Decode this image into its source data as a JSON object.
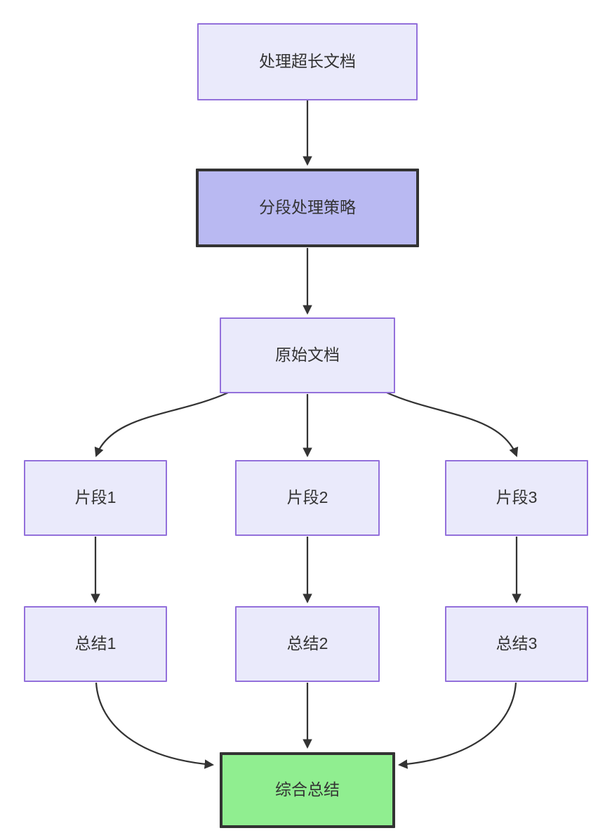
{
  "diagram": {
    "type": "flowchart",
    "direction": "top-down",
    "nodes": [
      {
        "id": "A",
        "label": "处理超长文档",
        "style": "default"
      },
      {
        "id": "B",
        "label": "分段处理策略",
        "style": "emphasis"
      },
      {
        "id": "C",
        "label": "原始文档",
        "style": "default"
      },
      {
        "id": "D",
        "label": "片段1",
        "style": "default"
      },
      {
        "id": "E",
        "label": "片段2",
        "style": "default"
      },
      {
        "id": "F",
        "label": "片段3",
        "style": "default"
      },
      {
        "id": "G",
        "label": "总结1",
        "style": "default"
      },
      {
        "id": "H",
        "label": "总结2",
        "style": "default"
      },
      {
        "id": "I",
        "label": "总结3",
        "style": "default"
      },
      {
        "id": "J",
        "label": "综合总结",
        "style": "final"
      }
    ],
    "edges": [
      {
        "from": "处理超长文档",
        "to": "分段处理策略"
      },
      {
        "from": "分段处理策略",
        "to": "原始文档"
      },
      {
        "from": "原始文档",
        "to": "片段1"
      },
      {
        "from": "原始文档",
        "to": "片段2"
      },
      {
        "from": "原始文档",
        "to": "片段3"
      },
      {
        "from": "片段1",
        "to": "总结1"
      },
      {
        "from": "片段2",
        "to": "总结2"
      },
      {
        "from": "片段3",
        "to": "总结3"
      },
      {
        "from": "总结1",
        "to": "综合总结"
      },
      {
        "from": "总结2",
        "to": "综合总结"
      },
      {
        "from": "总结3",
        "to": "综合总结"
      }
    ],
    "colors": {
      "background": "#FFFFFF",
      "node-fill": "#EAEAFB",
      "node-border": "#9370DB",
      "emphasis-fill": "#B9B9F2",
      "final-fill": "#90EE90",
      "dark-border": "#333333",
      "edge-color": "#333333",
      "text-color": "#333333"
    }
  }
}
